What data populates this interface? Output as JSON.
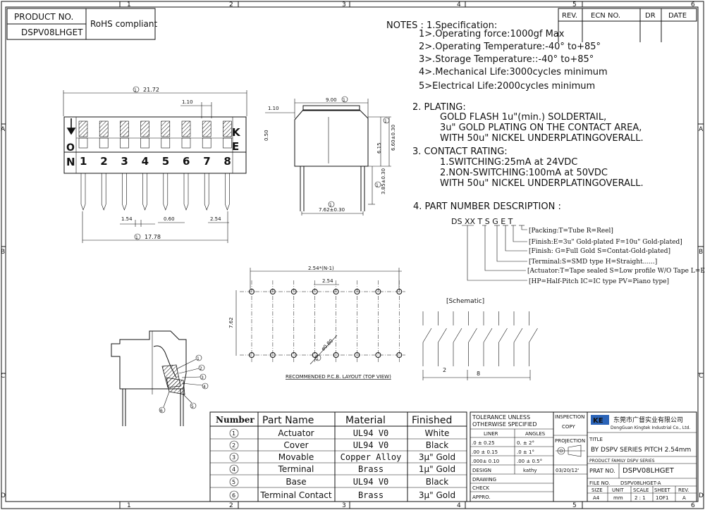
{
  "frame": {
    "cols_top": [
      "1",
      "2",
      "3",
      "4",
      "5",
      "6"
    ],
    "cols_bottom": [
      "1",
      "2",
      "3",
      "4",
      "5",
      "6"
    ],
    "rows_left": [
      "A",
      "B",
      "C",
      "D"
    ],
    "rows_right": [
      "A",
      "B",
      "C",
      "D"
    ]
  },
  "product_box": {
    "label": "PRODUCT   NO.",
    "number": "DSPV08LHGET",
    "rohs": "RoHS compliant"
  },
  "revision": {
    "headers": [
      "REV.",
      "ECN NO.",
      "DR",
      "DATE"
    ]
  },
  "notes": {
    "heading": "NOTES : 1.Specification:",
    "spec": [
      "1>.Operating force:1000gf Max",
      "2>.Operating Temperature:-40° to+85°",
      "3>.Storage Temperature::-40° to+85°",
      "4>.Mechanical Life:3000cycles minimum",
      "5>Electrical Life:2000cycles minimum"
    ],
    "plating_heading": "2. PLATING:",
    "plating": [
      "GOLD FLASH 1u\"(min.) SOLDERTAIL,",
      "3u\" GOLD PLATING  ON THE CONTACT AREA,",
      "WITH 50u\" NICKEL UNDERPLATINGOVERALL."
    ],
    "contact_heading": "3. CONTACT RATING:",
    "contact": [
      "1.SWITCHING:25mA at 24VDC",
      "2.NON-SWITCHING:100mA at 50VDC",
      "WITH 50u\" NICKEL UNDERPLATINGOVERALL."
    ],
    "pn_heading": "4. PART NUMBER DESCRIPTION :",
    "pn_code": "DS XX  T  S G E T",
    "pn_desc": [
      "[Packing:T=Tube R=Reel]",
      "[Finish:E=3u\" Gold-plated F=10u\" Gold-plated]",
      "[Finish: G=Full Gold S=Contat-Gold-plated]",
      "[Terminal:S=SMD type  H=Straight......]",
      "[Actuator:T=Tape sealed S=Low profile W/O Tape L=Extension]",
      "[HP=Half-Pitch IC=IC type PV=Piano type]"
    ]
  },
  "front_view": {
    "dim_total": "21.72",
    "dim_pitch_top": "1.10",
    "arrow_letters_left": [
      "O",
      "N"
    ],
    "letters_right": [
      "K",
      "E"
    ],
    "numbers": [
      "1",
      "2",
      "3",
      "4",
      "5",
      "6",
      "7",
      "8"
    ],
    "dim_154": "1.54",
    "dim_060": "0.60",
    "dim_254": "2.54",
    "dim_1778": "17.78"
  },
  "side_view": {
    "dim_110": "1.10",
    "dim_900": "9.00",
    "dim_050": "0.50",
    "dim_615": "6.15",
    "dim_660": "6.60±0.30",
    "dim_385": "3.85±0.30",
    "dim_762": "7.62±0.30"
  },
  "pcb": {
    "dim_top": "2.54*(N-1)",
    "dim_254": "2.54",
    "dim_762": "7.62",
    "hole": "ø0.80",
    "caption": "RECOMMENDED P.C.B. LAYOUT (TOP VIEW)"
  },
  "schematic": {
    "label": "[Schematic]",
    "dim_2": "2",
    "dim_8": "8"
  },
  "section_callouts": [
    "1",
    "2",
    "3",
    "4",
    "5",
    "6"
  ],
  "bom": {
    "headers": [
      "Number",
      "Part Name",
      "Material",
      "Finished"
    ],
    "rows": [
      {
        "num": "1",
        "part": "Actuator",
        "material": "UL94 V0",
        "finish": "White"
      },
      {
        "num": "2",
        "part": "Cover",
        "material": "UL94 V0",
        "finish": "Black"
      },
      {
        "num": "3",
        "part": "Movable",
        "material": "Copper Alloy",
        "finish": "3μ\" Gold"
      },
      {
        "num": "4",
        "part": "Terminal",
        "material": "Brass",
        "finish": "1μ\" Gold"
      },
      {
        "num": "5",
        "part": "Base",
        "material": "UL94 V0",
        "finish": "Black"
      },
      {
        "num": "6",
        "part": "Terminal Contact",
        "material": "Brass",
        "finish": "3μ\" Gold"
      }
    ]
  },
  "tolerance": {
    "heading1": "TOLERANCE  UNLESS",
    "heading2": "OTHERWISE  SPECIFIED",
    "liner": "LINER",
    "angles": "ANGLES",
    "rows": [
      {
        "l": ".0   ±   0.25",
        "a": "0.  ±    2°"
      },
      {
        "l": ".00  ±   0.15",
        "a": ".0  ±    1°"
      },
      {
        "l": ".000±   0.10",
        "a": ".00 ±   0.5°"
      }
    ],
    "design": "DESIGN",
    "designer": "kathy",
    "date": "03/20/12'",
    "drawing": "DRAWING",
    "check": "CHECK",
    "appro": "APPRO."
  },
  "inspection": {
    "label": "INSPECTION",
    "copy": "COPY",
    "projection": "PROJECTION"
  },
  "title_block": {
    "company_cn": "东莞市广督实业有限公司",
    "company_en": "DongGuan Kingtek Industrial Co., Ltd.",
    "title_label": "TITLE",
    "title": "BY DSPV SERIES PITCH 2.54mm",
    "family": "PRODUCT  FAMILY  DSPV  SERIES",
    "prat_label": "PRAT NO.",
    "prat_no": "DSPV08LHGET",
    "file_label": "FILE  NO.",
    "file_no": "DSPV08LHGET-A",
    "size_headers": [
      "SIZE",
      "UNIT",
      "SCALE",
      "SHEET",
      "REV."
    ],
    "size_values": [
      "A4",
      "mm",
      "2 : 1",
      "1OF1",
      "A"
    ]
  }
}
